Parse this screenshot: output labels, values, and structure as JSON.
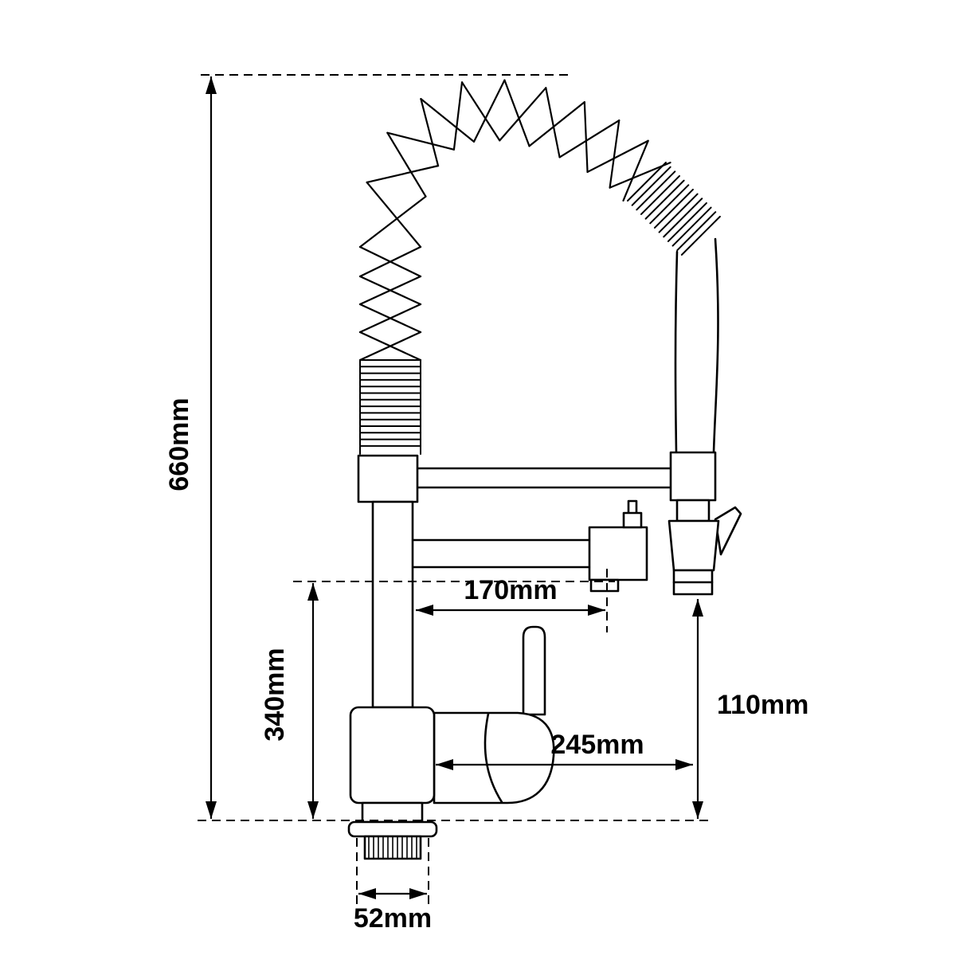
{
  "diagram": {
    "title": "Pull-down spring spout kitchen mixer tap - dimensioned technical drawing",
    "unit": "mm",
    "line_color": "#000000",
    "background_color": "#ffffff",
    "dimensions": {
      "overall_height": {
        "label": "660mm",
        "orientation": "vertical"
      },
      "spout_outlet_height": {
        "label": "340mm",
        "orientation": "vertical"
      },
      "spout_reach": {
        "label": "170mm",
        "orientation": "horizontal"
      },
      "handle_reach": {
        "label": "245mm",
        "orientation": "horizontal"
      },
      "spray_head_clearance": {
        "label": "110mm",
        "orientation": "vertical"
      },
      "base_width": {
        "label": "52mm",
        "orientation": "horizontal"
      }
    }
  }
}
